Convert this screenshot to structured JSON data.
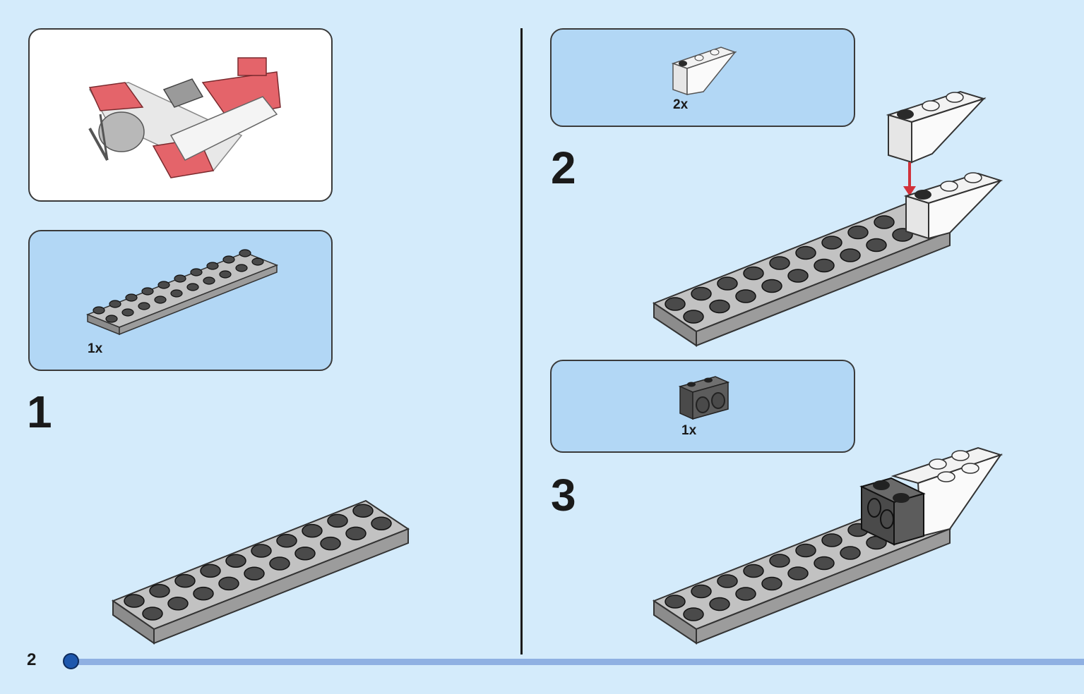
{
  "page": {
    "number": "2"
  },
  "steps": [
    {
      "number": "1",
      "part_qty": "1x",
      "part": "plate-2x10-dark-gray"
    },
    {
      "number": "2",
      "part_qty": "2x",
      "part": "slope-inverted-white"
    },
    {
      "number": "3",
      "part_qty": "1x",
      "part": "technic-brick-1x2-dark-gray"
    }
  ],
  "colors": {
    "background": "#d4ebfb",
    "parts_panel": "#b2d7f5",
    "plate_gray": "#a3a3a3",
    "dark_gray": "#5c5c5c",
    "arrow_red": "#d1323b",
    "progress_bar": "#8fb0e2",
    "progress_dot": "#1d57ad"
  }
}
